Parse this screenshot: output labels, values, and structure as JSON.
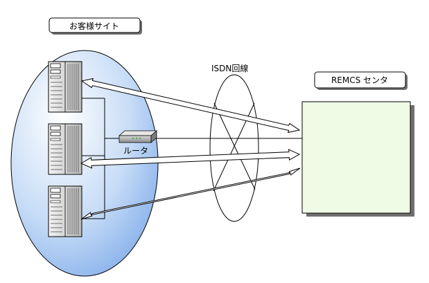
{
  "labels": {
    "customer_site": "お客様サイト",
    "isdn_line": "ISDN回線",
    "remcs_center": "REMCS センタ",
    "router": "ルータ"
  },
  "colors": {
    "site_ellipse_light": "#ffffff",
    "site_ellipse_dark": "#7aa8e8",
    "center_fill": "#f0fbe6",
    "shadow": "#6f6f6f",
    "line": "#000000"
  }
}
